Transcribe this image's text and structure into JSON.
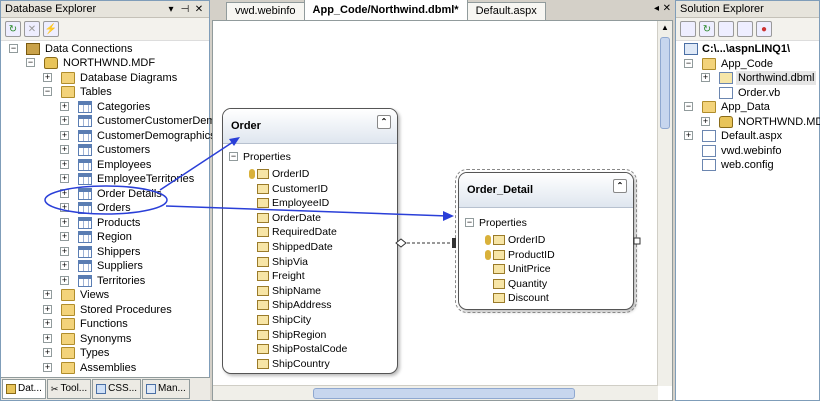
{
  "db_explorer": {
    "title": "Database Explorer",
    "tree": [
      {
        "label": "Data Connections",
        "icon": "folder"
      },
      {
        "label": "NORTHWND.MDF",
        "icon": "db"
      },
      {
        "label": "Database Diagrams",
        "icon": "folder"
      },
      {
        "label": "Tables",
        "icon": "folder"
      },
      {
        "label": "Categories",
        "icon": "table"
      },
      {
        "label": "CustomerCustomerDemo",
        "icon": "table"
      },
      {
        "label": "CustomerDemographics",
        "icon": "table"
      },
      {
        "label": "Customers",
        "icon": "table"
      },
      {
        "label": "Employees",
        "icon": "table"
      },
      {
        "label": "EmployeeTerritories",
        "icon": "table"
      },
      {
        "label": "Order Details",
        "icon": "table"
      },
      {
        "label": "Orders",
        "icon": "table"
      },
      {
        "label": "Products",
        "icon": "table"
      },
      {
        "label": "Region",
        "icon": "table"
      },
      {
        "label": "Shippers",
        "icon": "table"
      },
      {
        "label": "Suppliers",
        "icon": "table"
      },
      {
        "label": "Territories",
        "icon": "table"
      },
      {
        "label": "Views",
        "icon": "folder"
      },
      {
        "label": "Stored Procedures",
        "icon": "folder"
      },
      {
        "label": "Functions",
        "icon": "folder"
      },
      {
        "label": "Synonyms",
        "icon": "folder"
      },
      {
        "label": "Types",
        "icon": "folder"
      },
      {
        "label": "Assemblies",
        "icon": "folder"
      }
    ],
    "bottom_tabs": [
      "Dat...",
      "Tool...",
      "CSS...",
      "Man..."
    ]
  },
  "editor": {
    "tabs": [
      "vwd.webinfo",
      "App_Code/Northwind.dbml*",
      "Default.aspx"
    ],
    "active_tab": "App_Code/Northwind.dbml*"
  },
  "order": {
    "name": "Order",
    "section": "Properties",
    "props": [
      "OrderID",
      "CustomerID",
      "EmployeeID",
      "OrderDate",
      "RequiredDate",
      "ShippedDate",
      "ShipVia",
      "Freight",
      "ShipName",
      "ShipAddress",
      "ShipCity",
      "ShipRegion",
      "ShipPostalCode",
      "ShipCountry"
    ]
  },
  "order_detail": {
    "name": "Order_Detail",
    "section": "Properties",
    "props": [
      "OrderID",
      "ProductID",
      "UnitPrice",
      "Quantity",
      "Discount"
    ]
  },
  "sol_explorer": {
    "title": "Solution Explorer",
    "tree": [
      {
        "label": "C:\\...\\aspnLINQ1\\",
        "icon": "proj"
      },
      {
        "label": "App_Code",
        "icon": "folder"
      },
      {
        "label": "Northwind.dbml",
        "icon": "file"
      },
      {
        "label": "Order.vb",
        "icon": "file"
      },
      {
        "label": "App_Data",
        "icon": "folder"
      },
      {
        "label": "NORTHWND.MDF",
        "icon": "db"
      },
      {
        "label": "Default.aspx",
        "icon": "file"
      },
      {
        "label": "vwd.webinfo",
        "icon": "file"
      },
      {
        "label": "web.config",
        "icon": "file"
      }
    ]
  },
  "colors": {
    "annotation": "#2a3fd8",
    "accent": "#316ac5"
  }
}
